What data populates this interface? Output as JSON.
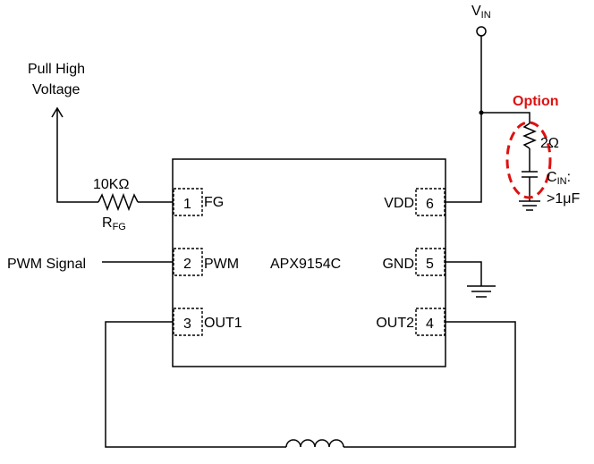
{
  "chip": {
    "name": "APX9154C"
  },
  "pins": [
    {
      "number": "1",
      "name": "FG"
    },
    {
      "number": "2",
      "name": "PWM"
    },
    {
      "number": "3",
      "name": "OUT1"
    },
    {
      "number": "4",
      "name": "OUT2"
    },
    {
      "number": "5",
      "name": "GND"
    },
    {
      "number": "6",
      "name": "VDD"
    }
  ],
  "labels": {
    "pull_high_line1": "Pull High",
    "pull_high_line2": "Voltage",
    "pwm_signal": "PWM Signal",
    "vin_main": "V",
    "vin_sub": "IN",
    "option": "Option",
    "resistor_value": "2Ω",
    "cin_main": "C",
    "cin_sub": "IN",
    "cin_suffix": ":",
    "cin_value": ">1μF",
    "rfg_value": "10KΩ",
    "rfg_main": "R",
    "rfg_sub": "FG"
  },
  "colors": {
    "option": "#dd1111",
    "line": "#000000"
  }
}
